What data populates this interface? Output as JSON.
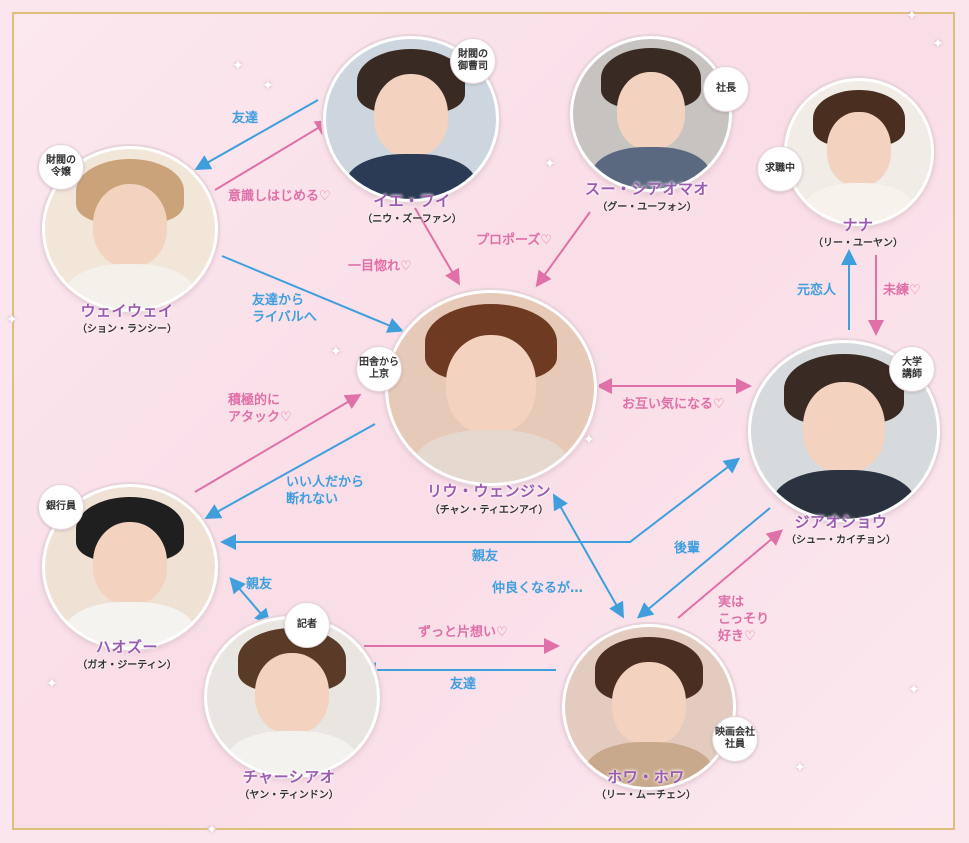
{
  "colors": {
    "blue_arrow": "#3f9fdd",
    "pink_arrow": "#e070a8",
    "name_text": "#9a5bb0",
    "frame": "#dcbf7a",
    "background": "#fbe6ee"
  },
  "characters": {
    "weiwei": {
      "name": "ウェイウェイ",
      "actor": "（ション・ランシー）",
      "badge": "財閥の\n令嬢"
    },
    "ye_fei": {
      "name": "イエ・フイ",
      "actor": "（ニウ・ズーファン）",
      "badge": "財閥の\n御曹司"
    },
    "su": {
      "name": "スー・シアオマオ",
      "actor": "（グー・ユーフォン）",
      "badge": "社長"
    },
    "nana": {
      "name": "ナナ",
      "actor": "（リー・ユーヤン）",
      "badge": "求職中"
    },
    "liu": {
      "name": "リウ・ウェンジン",
      "actor": "（チャン・ティエンアイ）",
      "badge": "田舎から\n上京"
    },
    "jiao": {
      "name": "ジアオショウ",
      "actor": "（シュー・カイチョン）",
      "badge": "大学\n講師"
    },
    "hao": {
      "name": "ハオズー",
      "actor": "（ガオ・ジーティン）",
      "badge": "銀行員"
    },
    "cha": {
      "name": "チャーシアオ",
      "actor": "（ヤン・ティンドン）",
      "badge": "記者"
    },
    "huawa": {
      "name": "ホワ・ホワ",
      "actor": "（リー・ムーチェン）",
      "badge": "映画会社\n社員"
    }
  },
  "relations": {
    "tomodachi_1": "友達",
    "ishiki": "意識しはじめる♡",
    "rival": "友達から\nライバルへ",
    "hitomebore": "一目惚れ♡",
    "propose": "プロポーズ♡",
    "motokoibito": "元恋人",
    "miren": "未練♡",
    "otagai": "お互い気になる♡",
    "sekkyoku": "積極的に\nアタック♡",
    "iihito": "いい人だから\n断れない",
    "shinyu_1": "親友",
    "shinyu_2": "親友",
    "kohai": "後輩",
    "nakayoku": "仲良くなるが…",
    "jitsuwa": "実は\nこっそり\n好き♡",
    "kataomoi": "ずっと片想い♡",
    "tomodachi_2": "友達"
  }
}
